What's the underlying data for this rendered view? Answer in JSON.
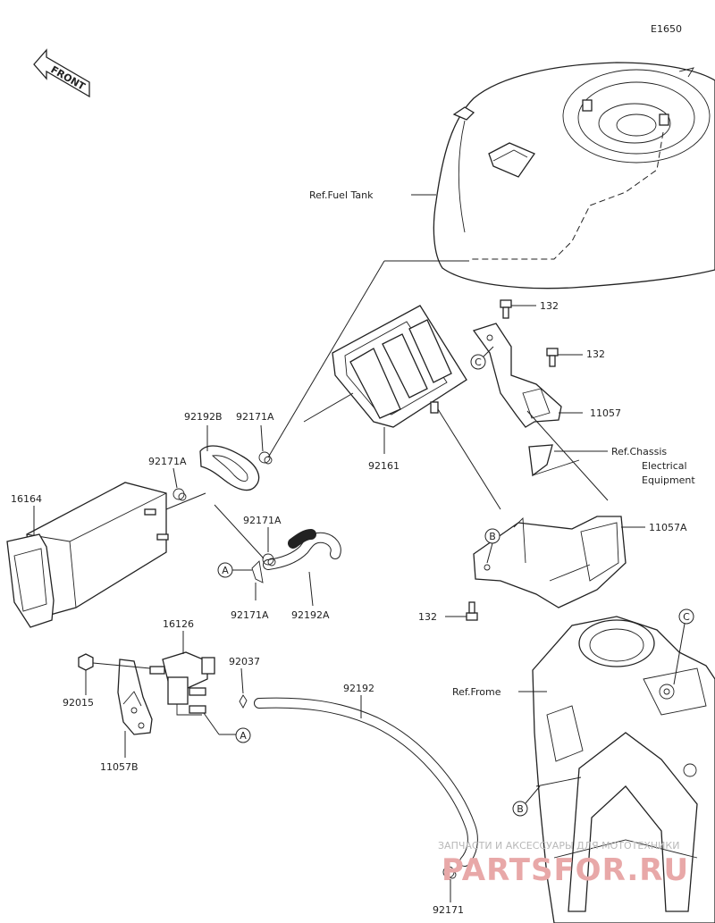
{
  "diagram_code": "E1650",
  "front_label": "FRONT",
  "refs": {
    "fuel_tank": "Ref.Fuel Tank",
    "chassis_line1": "Ref.Chassis",
    "chassis_line2": "Electrical",
    "chassis_line3": "Equipment",
    "frame": "Ref.Frome"
  },
  "parts": {
    "p132_top": "132",
    "p132_mid": "132",
    "p132_bot": "132",
    "p11057": "11057",
    "p11057A": "11057A",
    "p11057B": "11057B",
    "p92161": "92161",
    "p92192B": "92192B",
    "p92171A_1": "92171A",
    "p92171A_2": "92171A",
    "p92171A_3": "92171A",
    "p92171A_4": "92171A",
    "p16164": "16164",
    "p92192A": "92192A",
    "p16126": "16126",
    "p92037": "92037",
    "p92192": "92192",
    "p92015": "92015",
    "p92171": "92171"
  },
  "callouts": {
    "a1": "A",
    "a2": "A",
    "b1": "B",
    "b2": "B",
    "c1": "C",
    "c2": "C"
  },
  "watermark": {
    "line1": "ЗАПЧАСТИ И АКСЕССУАРЫ ДЛЯ МОТОТЕХНИКИ",
    "line2": "PARTSFOR.RU"
  }
}
